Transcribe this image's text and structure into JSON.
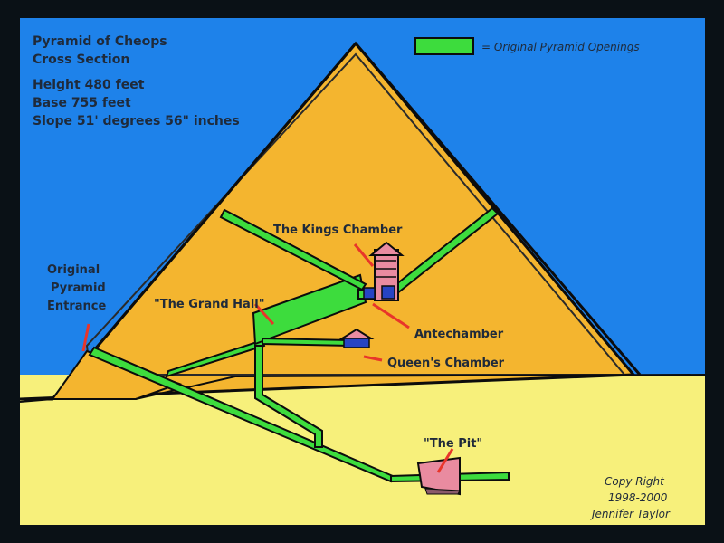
{
  "info": {
    "title_line1": "Pyramid of Cheops",
    "title_line2": "Cross Section",
    "height": "Height 480 feet",
    "base": "Base 755 feet",
    "slope": "Slope 51' degrees 56\" inches"
  },
  "legend": {
    "label": "= Original Pyramid Openings",
    "swatch_color": "#3ddc3d"
  },
  "labels": {
    "kings_chamber": "The Kings Chamber",
    "grand_hall": "\"The Grand Hall\"",
    "antechamber": "Antechamber",
    "queens_chamber": "Queen's Chamber",
    "the_pit": "\"The Pit\"",
    "entrance_line1": "Original",
    "entrance_line2": "Pyramid",
    "entrance_line3": "Entrance"
  },
  "copyright": {
    "line1": "Copy Right",
    "line2": "1998-2000",
    "line3": "Jennifer Taylor"
  },
  "colors": {
    "sky": "#1e82ea",
    "pyramid": "#f4b52f",
    "ground": "#f7f07b",
    "passage": "#3ddc3d",
    "pointer": "#e8352a",
    "chamber": "#e98ba0"
  }
}
